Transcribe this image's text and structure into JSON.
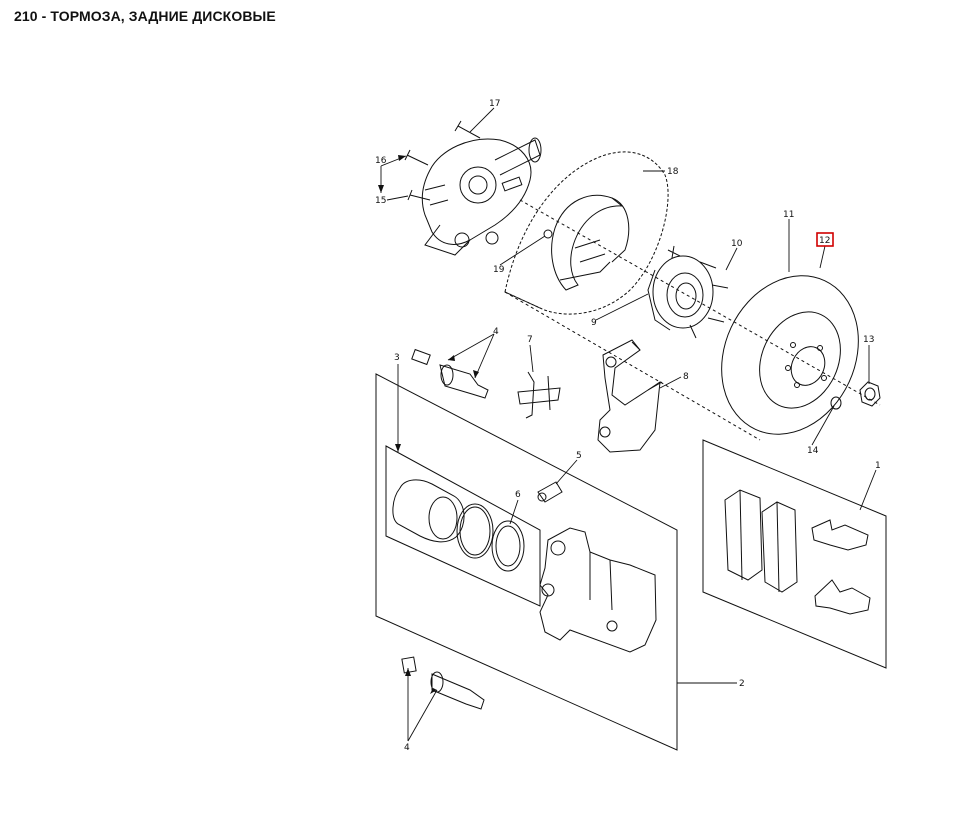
{
  "header": {
    "title": "210 - ТОРМОЗА, ЗАДНИЕ ДИСКОВЫЕ"
  },
  "callouts": [
    {
      "id": "1",
      "text": "1"
    },
    {
      "id": "2",
      "text": "2"
    },
    {
      "id": "3",
      "text": "3"
    },
    {
      "id": "4a",
      "text": "4"
    },
    {
      "id": "4b",
      "text": "4"
    },
    {
      "id": "5",
      "text": "5"
    },
    {
      "id": "6",
      "text": "6"
    },
    {
      "id": "7",
      "text": "7"
    },
    {
      "id": "8",
      "text": "8"
    },
    {
      "id": "9",
      "text": "9"
    },
    {
      "id": "10",
      "text": "10"
    },
    {
      "id": "11",
      "text": "11"
    },
    {
      "id": "12",
      "text": "12"
    },
    {
      "id": "13",
      "text": "13"
    },
    {
      "id": "14",
      "text": "14"
    },
    {
      "id": "15",
      "text": "15"
    },
    {
      "id": "16",
      "text": "16"
    },
    {
      "id": "17",
      "text": "17"
    },
    {
      "id": "18",
      "text": "18"
    },
    {
      "id": "19",
      "text": "19"
    }
  ],
  "highlight_callout": "12",
  "colors": {
    "line": "#111111",
    "highlight": "#d00000",
    "background": "#ffffff"
  }
}
